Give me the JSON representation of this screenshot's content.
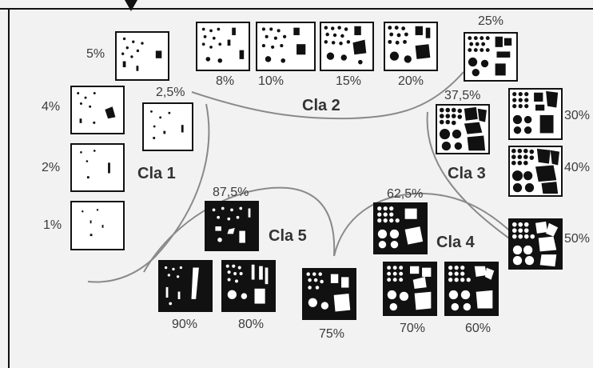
{
  "classes": {
    "cla1": "Cla 1",
    "cla2": "Cla 2",
    "cla3": "Cla 3",
    "cla4": "Cla 4",
    "cla5": "Cla 5"
  },
  "samples": [
    {
      "id": "s1",
      "label": "1%",
      "fraction": 0.01
    },
    {
      "id": "s2",
      "label": "2%",
      "fraction": 0.02
    },
    {
      "id": "s2_5",
      "label": "2,5%",
      "fraction": 0.025
    },
    {
      "id": "s4",
      "label": "4%",
      "fraction": 0.04
    },
    {
      "id": "s5",
      "label": "5%",
      "fraction": 0.05
    },
    {
      "id": "s8",
      "label": "8%",
      "fraction": 0.08
    },
    {
      "id": "s10",
      "label": "10%",
      "fraction": 0.1
    },
    {
      "id": "s15",
      "label": "15%",
      "fraction": 0.15
    },
    {
      "id": "s20",
      "label": "20%",
      "fraction": 0.2
    },
    {
      "id": "s25",
      "label": "25%",
      "fraction": 0.25
    },
    {
      "id": "s30",
      "label": "30%",
      "fraction": 0.3
    },
    {
      "id": "s37_5",
      "label": "37,5%",
      "fraction": 0.375
    },
    {
      "id": "s40",
      "label": "40%",
      "fraction": 0.4
    },
    {
      "id": "s50",
      "label": "50%",
      "fraction": 0.5
    },
    {
      "id": "s60",
      "label": "60%",
      "fraction": 0.6
    },
    {
      "id": "s62_5",
      "label": "62,5%",
      "fraction": 0.625
    },
    {
      "id": "s70",
      "label": "70%",
      "fraction": 0.7
    },
    {
      "id": "s75",
      "label": "75%",
      "fraction": 0.75
    },
    {
      "id": "s80",
      "label": "80%",
      "fraction": 0.8
    },
    {
      "id": "s87_5",
      "label": "87,5%",
      "fraction": 0.875
    },
    {
      "id": "s90",
      "label": "90%",
      "fraction": 0.9
    }
  ],
  "colors": {
    "ink": "#111111",
    "background": "#f2f2f2",
    "curve": "#8a8a8a",
    "text": "#3b3b3b"
  }
}
